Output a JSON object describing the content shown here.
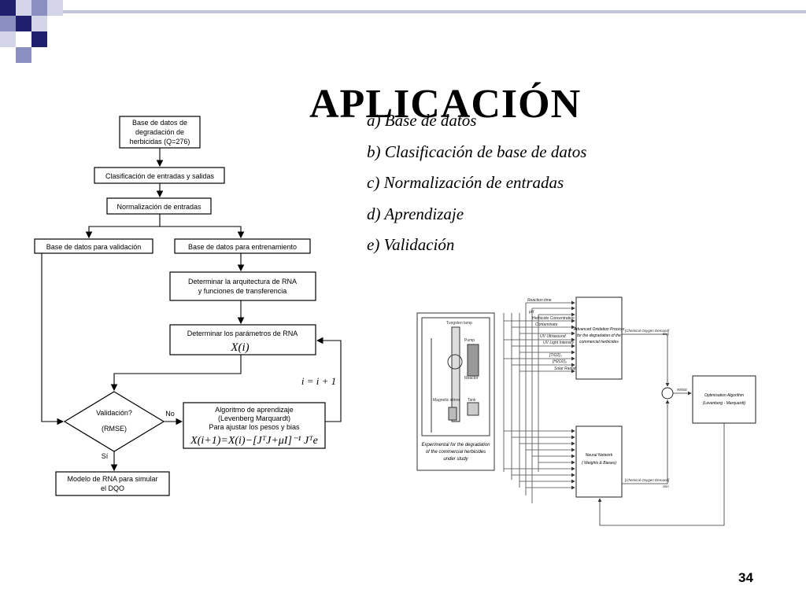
{
  "title": "APLICACIÓN",
  "page_number": "34",
  "colors": {
    "deco_dark": "#1f1f6e",
    "deco_mid": "#8a8fc0",
    "deco_light": "#d4d5e8"
  },
  "steps": [
    "a) Base de datos",
    "b) Clasificación de base de datos",
    "c) Normalización de entradas",
    "d) Aprendizaje",
    "e) Validación"
  ],
  "flowchart": {
    "db_line1": "Base  de  datos  de",
    "db_line2": "degradación    de",
    "db_line3": "herbicidas  (Q=276)",
    "classify": "Clasificación  de  entradas  y  salidas",
    "normalize": "Normalización  de  entradas",
    "validation_db": "Base  de  datos  para  validación",
    "training_db": "Base  de  datos  para  entrenamiento",
    "architecture_line1": "Determinar  la arquitectura  de  RNA",
    "architecture_line2": "y  funciones   de  transferencia",
    "params": "Determinar  los parámetros  de  RNA",
    "params_formula": "X(i)",
    "iteration": "i = i + 1",
    "decision_line1": "Validación?",
    "decision_line2": "(RMSE)",
    "no_label": "No",
    "si_label": "Sí",
    "algorithm_line1": "Algoritmo  de  aprendizaje",
    "algorithm_line2": "(Levenberg   Marquardt)",
    "algorithm_line3": "Para  ajustar  los  pesos  y  bias",
    "update_formula": "X(i+1)=X(i)−[JᵀJ+μI]⁻¹ Jᵀe",
    "model_line1": "Modelo  de  RNA  para  simular",
    "model_line2": "el  DQO"
  },
  "system_diagram": {
    "inputs": [
      "Reaction time",
      "pH",
      "Herbicide Concentration",
      "Contaminate",
      "UV Ultrasound",
      "UV Light Intensity",
      "[TiO2]₀",
      "[H2O2]₀",
      "Solar Radiation"
    ],
    "aop_line1": "Advanced  Oxidation Process",
    "aop_line2": "for the degradation of the",
    "aop_line3": "commercial herbicides",
    "cod_exp": "[Chemical Oxygen Demand]",
    "cod_exp_sub": "Exp",
    "cod_sim": "[Chemical Oxygen Demand]",
    "cod_sim_sub": "Sim",
    "nn_line1": "Neural Network",
    "nn_line2": "( Weights & Biases)",
    "rmse": "RMSE",
    "opt_line1": "Optimisation Algorithm",
    "opt_line2": "(Levenberg - Marquardt)",
    "exp_line1": "Experimental for the degradation",
    "exp_line2": "of the commercial herbicides",
    "exp_line3": "under study",
    "equipment": [
      "Tungsten lamp",
      "Magnetic stirrer",
      "Reactor",
      "Pump",
      "Tank"
    ]
  }
}
